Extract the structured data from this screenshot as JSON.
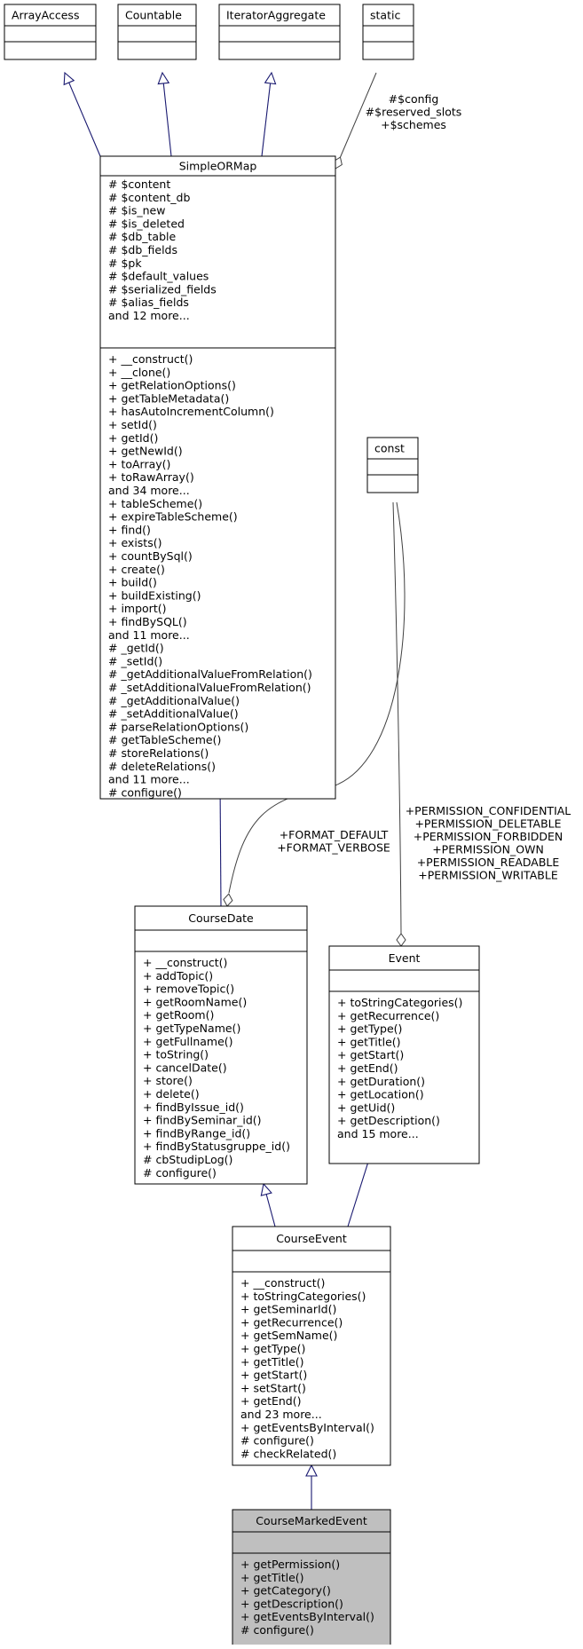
{
  "classes": {
    "array_access": {
      "name": "ArrayAccess",
      "attributes": [],
      "methods": []
    },
    "countable": {
      "name": "Countable",
      "attributes": [],
      "methods": []
    },
    "iterator_aggregate": {
      "name": "IteratorAggregate",
      "attributes": [],
      "methods": []
    },
    "static": {
      "name": "static",
      "attributes": [],
      "methods": []
    },
    "simple_or_map": {
      "name": "SimpleORMap",
      "attributes": [
        "# $content",
        "# $content_db",
        "# $is_new",
        "# $is_deleted",
        "# $db_table",
        "# $db_fields",
        "# $pk",
        "# $default_values",
        "# $serialized_fields",
        "# $alias_fields",
        "and 12 more..."
      ],
      "methods": [
        "+ __construct()",
        "+ __clone()",
        "+ getRelationOptions()",
        "+ getTableMetadata()",
        "+ hasAutoIncrementColumn()",
        "+ setId()",
        "+ getId()",
        "+ getNewId()",
        "+ toArray()",
        "+ toRawArray()",
        "and 34 more...",
        "+ tableScheme()",
        "+ expireTableScheme()",
        "+ find()",
        "+ exists()",
        "+ countBySql()",
        "+ create()",
        "+ build()",
        "+ buildExisting()",
        "+ import()",
        "+ findBySQL()",
        "and 11 more...",
        "# _getId()",
        "# _setId()",
        "# _getAdditionalValueFromRelation()",
        "# _setAdditionalValueFromRelation()",
        "# _getAdditionalValue()",
        "# _setAdditionalValue()",
        "# parseRelationOptions()",
        "# getTableScheme()",
        "# storeRelations()",
        "# deleteRelations()",
        "and 11 more...",
        "# configure()"
      ]
    },
    "const": {
      "name": "const",
      "attributes": [],
      "methods": []
    },
    "course_date": {
      "name": "CourseDate",
      "attributes": [],
      "methods": [
        "+ __construct()",
        "+ addTopic()",
        "+ removeTopic()",
        "+ getRoomName()",
        "+ getRoom()",
        "+ getTypeName()",
        "+ getFullname()",
        "+ toString()",
        "+ cancelDate()",
        "+ store()",
        "+ delete()",
        "+ findByIssue_id()",
        "+ findBySeminar_id()",
        "+ findByRange_id()",
        "+ findByStatusgruppe_id()",
        "# cbStudipLog()",
        "# configure()"
      ]
    },
    "event": {
      "name": "Event",
      "attributes": [],
      "methods": [
        "+ toStringCategories()",
        "+ getRecurrence()",
        "+ getType()",
        "+ getTitle()",
        "+ getStart()",
        "+ getEnd()",
        "+ getDuration()",
        "+ getLocation()",
        "+ getUid()",
        "+ getDescription()",
        "and 15 more..."
      ]
    },
    "course_event": {
      "name": "CourseEvent",
      "attributes": [],
      "methods": [
        "+ __construct()",
        "+ toStringCategories()",
        "+ getSeminarId()",
        "+ getRecurrence()",
        "+ getSemName()",
        "+ getType()",
        "+ getTitle()",
        "+ getStart()",
        "+ setStart()",
        "+ getEnd()",
        "and 23 more...",
        "+ getEventsByInterval()",
        "# configure()",
        "# checkRelated()"
      ]
    },
    "course_marked_event": {
      "name": "CourseMarkedEvent",
      "attributes": [],
      "methods": [
        "+ getPermission()",
        "+ getTitle()",
        "+ getCategory()",
        "+ getDescription()",
        "+ getEventsByInterval()",
        "# configure()"
      ]
    }
  },
  "edge_labels": {
    "static_to_simpleormap": [
      "#$config",
      "#$reserved_slots",
      "+$schemes"
    ],
    "simpleormap_to_coursedate": [
      "+FORMAT_DEFAULT",
      "+FORMAT_VERBOSE"
    ],
    "const_to_event": [
      "+PERMISSION_CONFIDENTIAL",
      "+PERMISSION_DELETABLE",
      "+PERMISSION_FORBIDDEN",
      "+PERMISSION_OWN",
      "+PERMISSION_READABLE",
      "+PERMISSION_WRITABLE"
    ]
  },
  "colors": {
    "node_fill": "#ffffff",
    "highlight_fill": "#bfbfbf",
    "stroke": "#000000",
    "inheritance_edge": "#191970",
    "usage_edge": "#404040"
  }
}
